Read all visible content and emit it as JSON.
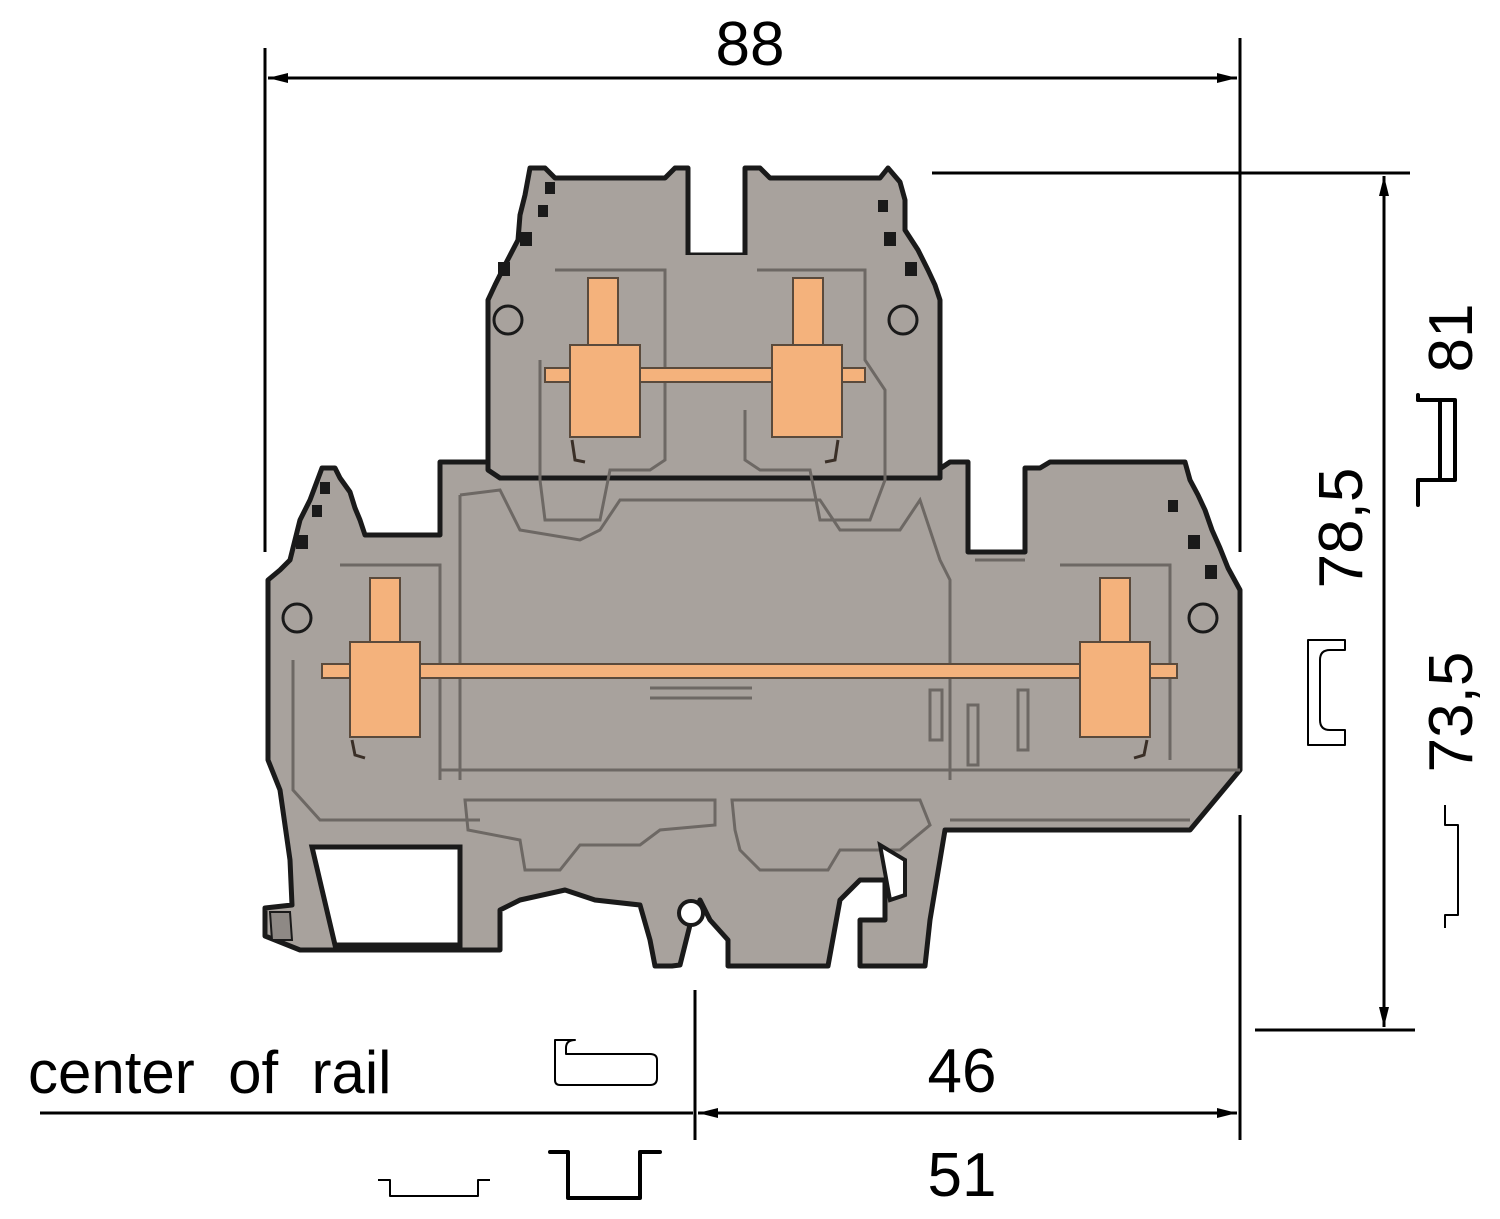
{
  "diagram": {
    "dimensions": {
      "total_width": "88",
      "total_height": "81",
      "height_alt_1": "78,5",
      "height_alt_2": "73,5",
      "rail_offset_1": "46",
      "rail_offset_2": "51"
    },
    "labels": {
      "rail_center": "center  of  rail"
    },
    "colors": {
      "housing": "#a8a29d",
      "outline": "#1a1a1a",
      "copper": "#f4b27c",
      "dimension_line": "#000000"
    },
    "icons": {
      "rail_symbols": [
        "ts35x7.5-rail-icon",
        "ts35x15-rail-icon",
        "ts32-g-rail-icon"
      ]
    }
  }
}
